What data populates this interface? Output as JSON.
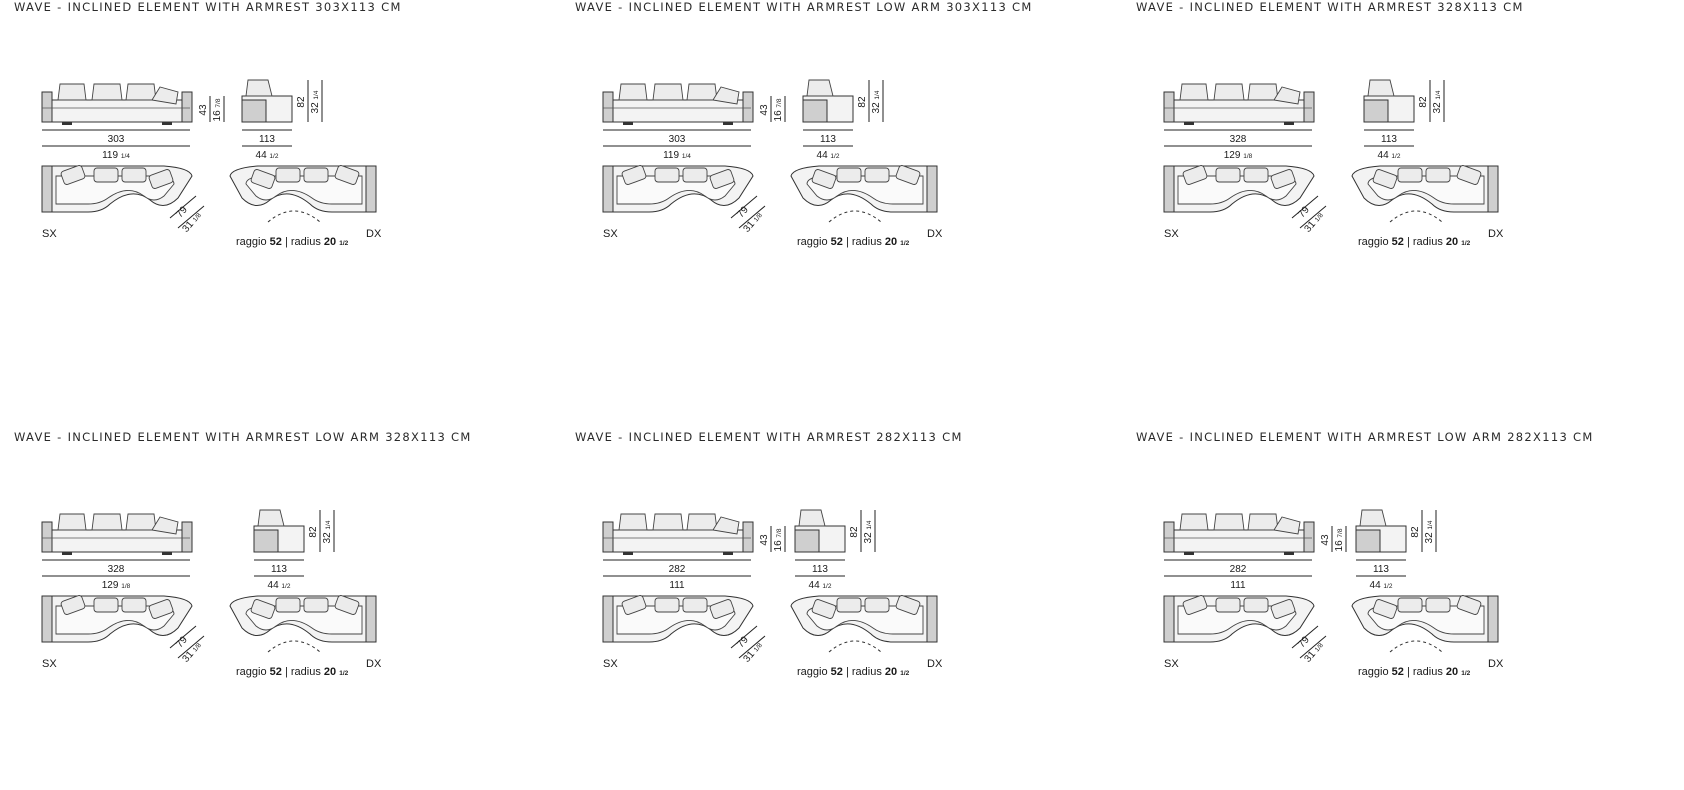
{
  "cards": [
    {
      "title": "WAVE - INCLINED ELEMENT WITH ARMREST 303X113 CM",
      "width_cm": "303",
      "width_in": "119",
      "width_in_frac": "1/4",
      "depth_cm": "113",
      "depth_in": "44",
      "depth_in_frac": "1/2",
      "seat_h_cm": "43",
      "seat_h_in": "16",
      "seat_h_in_frac": "7/8",
      "height_cm": "82",
      "height_in": "32",
      "height_in_frac": "1/4",
      "diag_cm": "79",
      "diag_in": "31",
      "diag_in_frac": "1/8",
      "left_label": "SX",
      "right_label": "DX",
      "raggio_word": "raggio",
      "raggio_val": "52",
      "radius_word": "| radius",
      "radius_val": "20",
      "radius_frac": "1/2"
    },
    {
      "title": "WAVE - INCLINED ELEMENT WITH ARMREST LOW ARM 303X113 CM",
      "width_cm": "303",
      "width_in": "119",
      "width_in_frac": "1/4",
      "depth_cm": "113",
      "depth_in": "44",
      "depth_in_frac": "1/2",
      "seat_h_cm": "43",
      "seat_h_in": "16",
      "seat_h_in_frac": "7/8",
      "height_cm": "82",
      "height_in": "32",
      "height_in_frac": "1/4",
      "diag_cm": "79",
      "diag_in": "31",
      "diag_in_frac": "1/8",
      "left_label": "SX",
      "right_label": "DX",
      "raggio_word": "raggio",
      "raggio_val": "52",
      "radius_word": "| radius",
      "radius_val": "20",
      "radius_frac": "1/2"
    },
    {
      "title": "WAVE - INCLINED ELEMENT WITH ARMREST 328X113 CM",
      "width_cm": "328",
      "width_in": "129",
      "width_in_frac": "1/8",
      "depth_cm": "113",
      "depth_in": "44",
      "depth_in_frac": "1/2",
      "seat_h_cm": "",
      "seat_h_in": "",
      "seat_h_in_frac": "",
      "height_cm": "82",
      "height_in": "32",
      "height_in_frac": "1/4",
      "diag_cm": "79",
      "diag_in": "31",
      "diag_in_frac": "1/8",
      "left_label": "SX",
      "right_label": "DX",
      "raggio_word": "raggio",
      "raggio_val": "52",
      "radius_word": "| radius",
      "radius_val": "20",
      "radius_frac": "1/2"
    },
    {
      "title": "WAVE - INCLINED ELEMENT WITH ARMREST LOW ARM 328X113 CM",
      "width_cm": "328",
      "width_in": "129",
      "width_in_frac": "1/8",
      "depth_cm": "113",
      "depth_in": "44",
      "depth_in_frac": "1/2",
      "seat_h_cm": "",
      "seat_h_in": "",
      "seat_h_in_frac": "",
      "height_cm": "82",
      "height_in": "32",
      "height_in_frac": "1/4",
      "diag_cm": "79",
      "diag_in": "31",
      "diag_in_frac": "1/8",
      "left_label": "SX",
      "right_label": "DX",
      "raggio_word": "raggio",
      "raggio_val": "52",
      "radius_word": "| radius",
      "radius_val": "20",
      "radius_frac": "1/2"
    },
    {
      "title": "WAVE - INCLINED ELEMENT WITH ARMREST 282X113 CM",
      "width_cm": "282",
      "width_in": "111",
      "width_in_frac": "",
      "depth_cm": "113",
      "depth_in": "44",
      "depth_in_frac": "1/2",
      "seat_h_cm": "43",
      "seat_h_in": "16",
      "seat_h_in_frac": "7/8",
      "height_cm": "82",
      "height_in": "32",
      "height_in_frac": "1/4",
      "diag_cm": "79",
      "diag_in": "31",
      "diag_in_frac": "1/8",
      "left_label": "SX",
      "right_label": "DX",
      "raggio_word": "raggio",
      "raggio_val": "52",
      "radius_word": "| radius",
      "radius_val": "20",
      "radius_frac": "1/2"
    },
    {
      "title": "WAVE - INCLINED ELEMENT WITH ARMREST LOW ARM 282X113 CM",
      "width_cm": "282",
      "width_in": "111",
      "width_in_frac": "",
      "depth_cm": "113",
      "depth_in": "44",
      "depth_in_frac": "1/2",
      "seat_h_cm": "43",
      "seat_h_in": "16",
      "seat_h_in_frac": "7/8",
      "height_cm": "82",
      "height_in": "32",
      "height_in_frac": "1/4",
      "diag_cm": "79",
      "diag_in": "31",
      "diag_in_frac": "1/8",
      "left_label": "SX",
      "right_label": "DX",
      "raggio_word": "raggio",
      "raggio_val": "52",
      "radius_word": "| radius",
      "radius_val": "20",
      "radius_frac": "1/2"
    }
  ]
}
